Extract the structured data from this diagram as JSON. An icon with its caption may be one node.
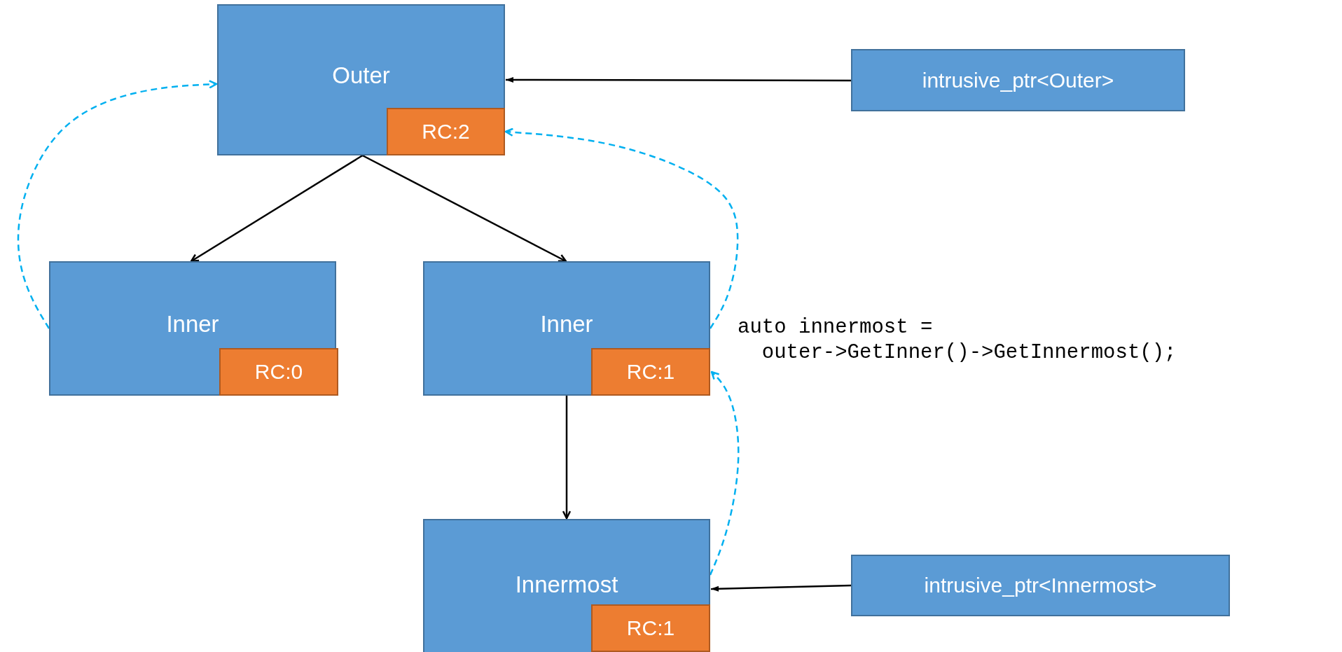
{
  "diagram": {
    "nodes": [
      {
        "text": [
          "Outer"
        ]
      },
      {
        "text": [
          "RC:2"
        ],
        "in": 0
      },
      {
        "text": [
          "intrusive_ptr<Outer>"
        ]
      },
      {
        "text": [
          "Inner"
        ]
      },
      {
        "text": [
          "RC:0"
        ],
        "in": 3
      },
      {
        "text": [
          "Inner"
        ]
      },
      {
        "text": [
          "RC:1"
        ],
        "in": 5
      },
      {
        "text": [
          "Innermost"
        ]
      },
      {
        "text": [
          "RC:1"
        ],
        "in": 7
      },
      {
        "text": [
          "intrusive_ptr<Innermost>"
        ]
      }
    ],
    "edges": [
      {
        "from": 2,
        "to": 0,
        "arrow": "to"
      },
      {
        "from": 0,
        "to": 3,
        "arrow": "to"
      },
      {
        "from": 0,
        "to": 5,
        "arrow": "to"
      },
      {
        "from": 5,
        "to": 7,
        "arrow": "to"
      },
      {
        "from": 9,
        "to": 7,
        "arrow": "to"
      },
      {
        "from": 3,
        "to": 0,
        "arrow": "to",
        "style": "dashed",
        "color": "#00b0f0"
      },
      {
        "from": 5,
        "to": 1,
        "arrow": "to",
        "style": "dashed",
        "color": "#00b0f0"
      },
      {
        "from": 7,
        "to": 6,
        "arrow": "to",
        "style": "dashed",
        "color": "#00b0f0"
      }
    ],
    "labels": [
      "auto innermost = outer->GetInner()->GetInnermost();"
    ]
  }
}
